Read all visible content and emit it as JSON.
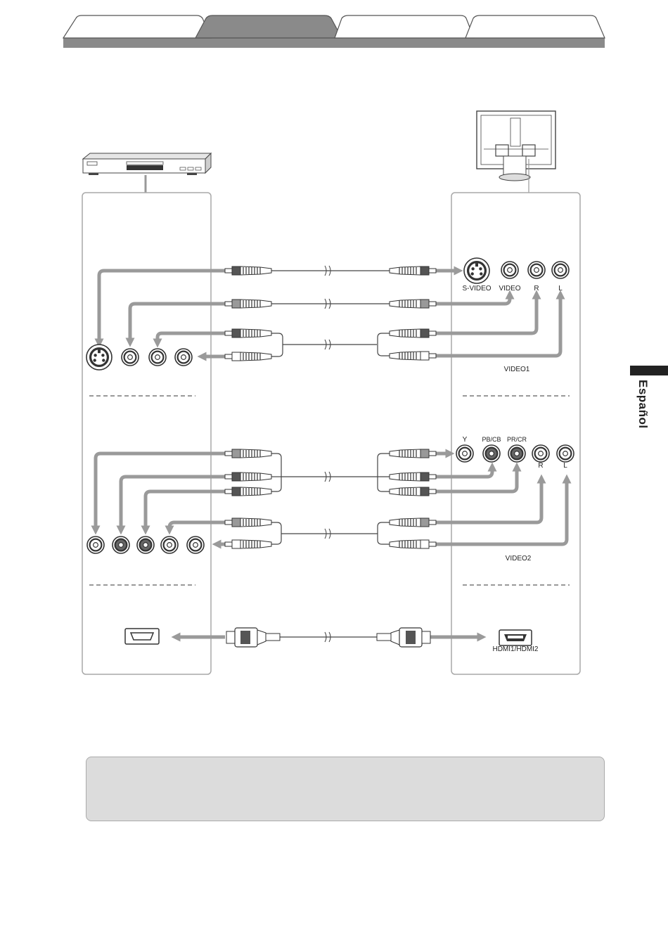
{
  "language_label": "Español",
  "labels": {
    "s_video": "S-VIDEO",
    "video": "VIDEO",
    "r": "R",
    "l": "L",
    "video1": "VIDEO1",
    "y": "Y",
    "pb_cb": "PB/CB",
    "pr_cr": "PR/CR",
    "r2": "R",
    "l2": "L",
    "video2": "VIDEO2",
    "hdmi": "HDMI1/HDMI2"
  },
  "colors": {
    "panel_stroke": "#a8a8a8",
    "cable_gray": "#9a9a9a",
    "tab_bar": "#8a8a8a",
    "note_bg": "#dcdcdc"
  }
}
